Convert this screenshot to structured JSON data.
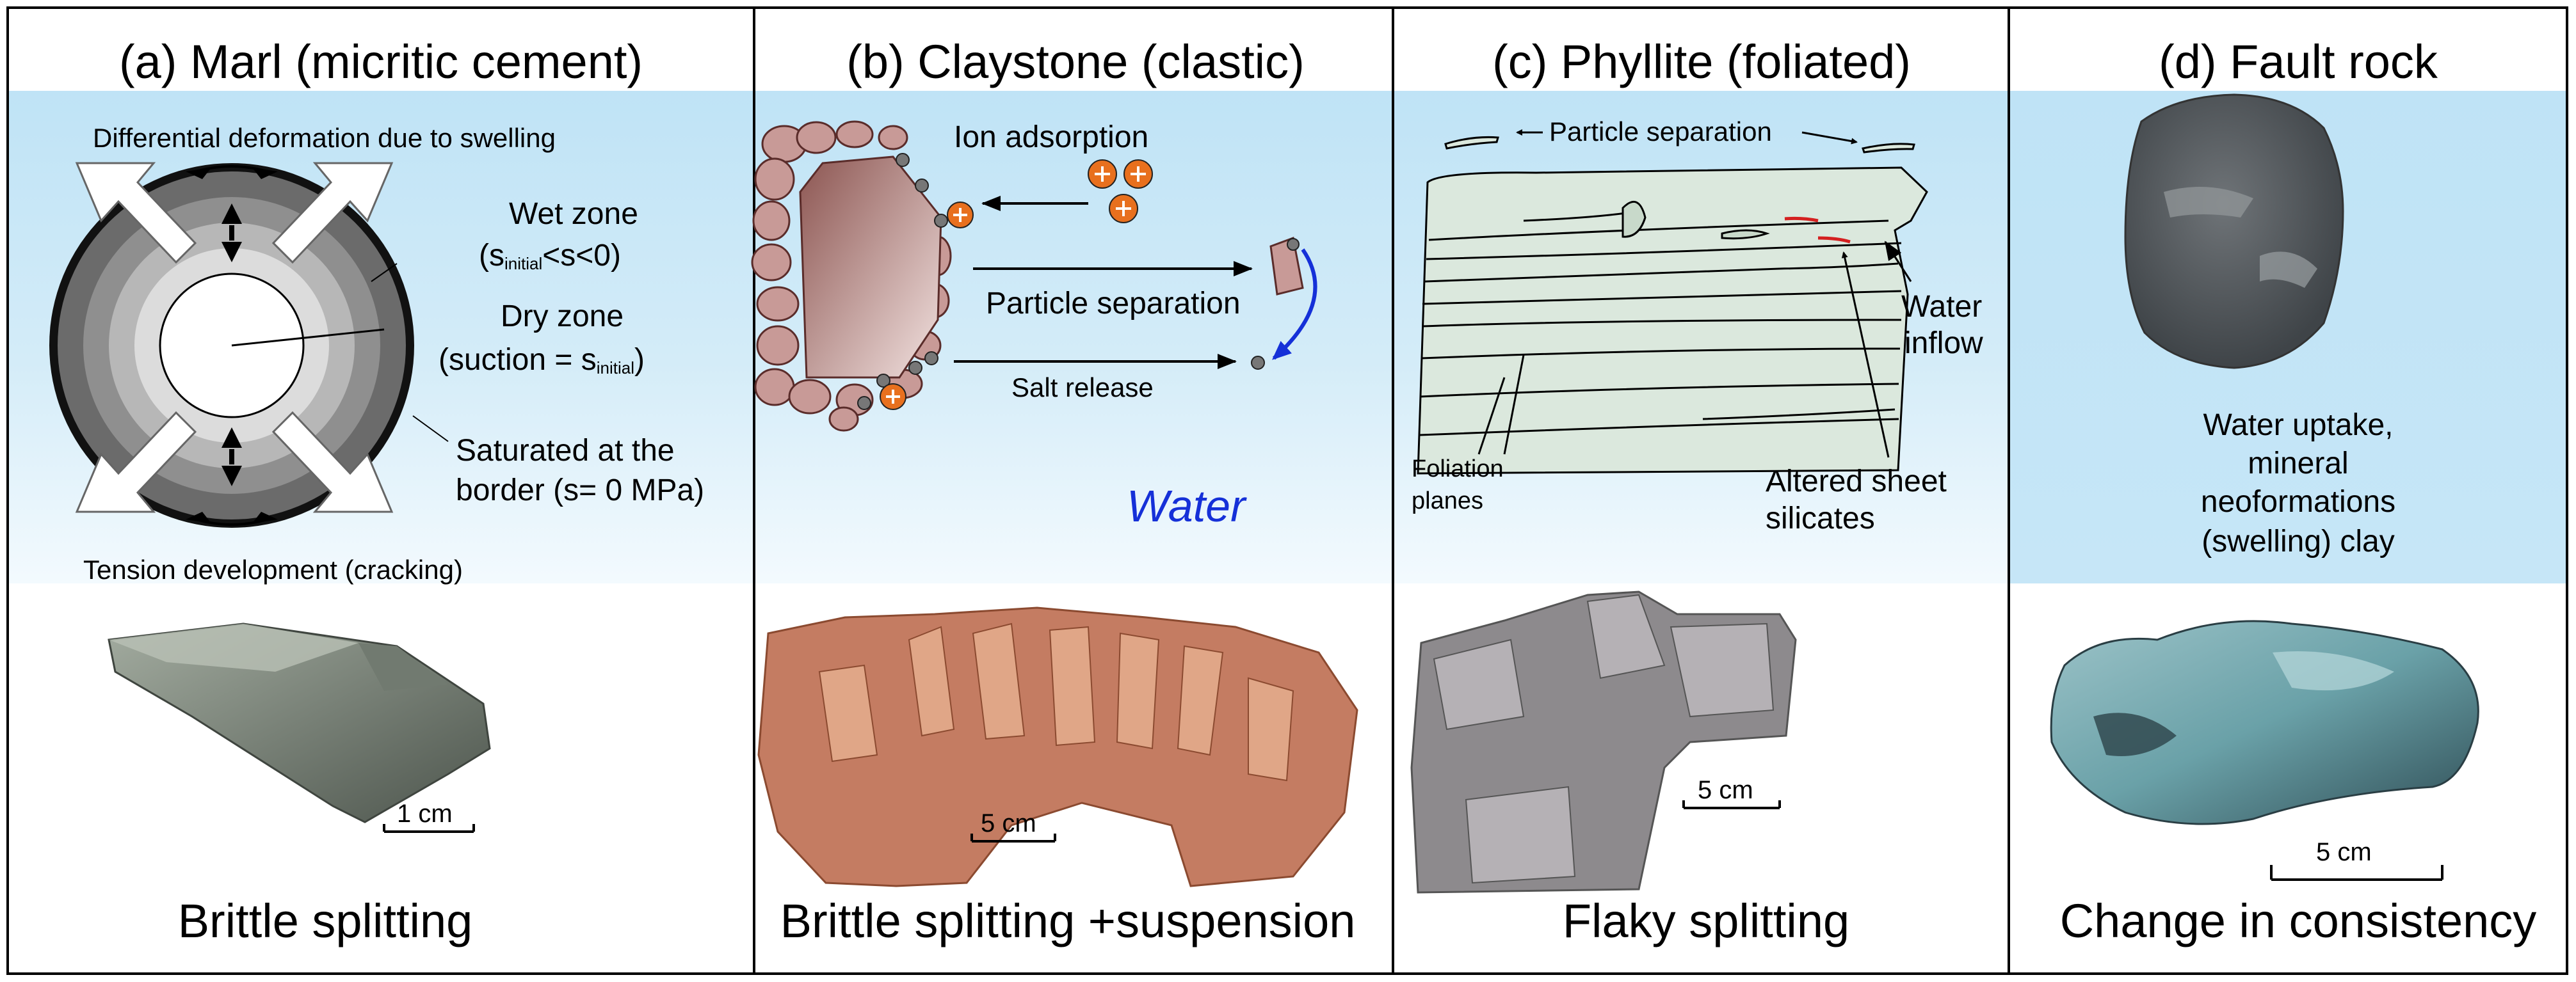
{
  "panels": {
    "a": {
      "title": "(a) Marl (micritic cement)",
      "top_label": "Differential deformation due to swelling",
      "wet_zone_1": "Wet zone",
      "wet_zone_2a": "(s",
      "wet_zone_2sub": "initial",
      "wet_zone_2b": "<s<0)",
      "dry_zone_1": "Dry zone",
      "dry_zone_2a": "(suction = s",
      "dry_zone_2sub": "initial",
      "dry_zone_2b": ")",
      "saturated_1": "Saturated at the",
      "saturated_2": "border (s= 0 MPa)",
      "bottom_label": "Tension development (cracking)",
      "scale": "1 cm",
      "caption": "Brittle splitting"
    },
    "b": {
      "title": "(b) Claystone (clastic)",
      "ion": "Ion adsorption",
      "particle_sep": "Particle separation",
      "salt": "Salt release",
      "water": "Water",
      "scale": "5 cm",
      "caption": "Brittle splitting +suspension"
    },
    "c": {
      "title": "(c) Phyllite (foliated)",
      "particle_sep": "Particle separation",
      "water_1": "Water",
      "water_2": "inflow",
      "foliation_1": "Foliation",
      "foliation_2": "planes",
      "altered_1": "Altered sheet",
      "altered_2": "silicates",
      "scale": "5 cm",
      "caption": "Flaky splitting"
    },
    "d": {
      "title": "(d) Fault rock",
      "text_1": "Water uptake,",
      "text_2": "mineral",
      "text_3": "neoformations",
      "text_4": "(swelling) clay",
      "scale": "5 cm",
      "caption": "Change in consistency"
    }
  },
  "colors": {
    "band_light": "#ffffff",
    "band_blue": "#bfe3f6",
    "water_text": "#1530d8",
    "ion_orange": "#e8701e",
    "particle_brown": "#b07a78",
    "phyllite_fill": "#dbe8dd",
    "altered_red": "#d42020"
  }
}
